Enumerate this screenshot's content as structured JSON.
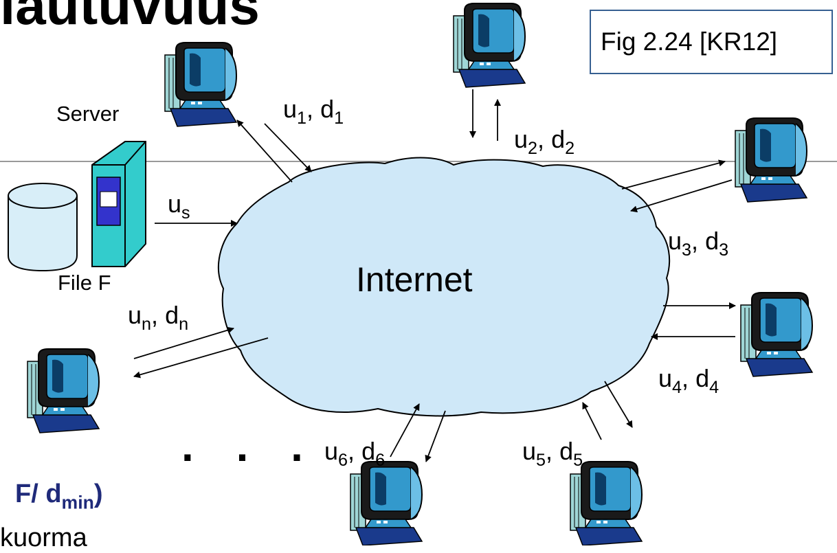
{
  "title_fragment": "iautuvuus",
  "figure_ref": "Fig 2.24 [KR12]",
  "network_label": "Internet",
  "server": {
    "label": "Server",
    "file_label": "File F",
    "upload_label": "u",
    "upload_sub": "s"
  },
  "peers": [
    {
      "id": "1",
      "u": "u",
      "u_sub": "1",
      "d": "d",
      "d_sub": "1"
    },
    {
      "id": "2",
      "u": "u",
      "u_sub": "2",
      "d": "d",
      "d_sub": "2"
    },
    {
      "id": "3",
      "u": "u",
      "u_sub": "3",
      "d": "d",
      "d_sub": "3"
    },
    {
      "id": "4",
      "u": "u",
      "u_sub": "4",
      "d": "d",
      "d_sub": "4"
    },
    {
      "id": "5",
      "u": "u",
      "u_sub": "5",
      "d": "d",
      "d_sub": "5"
    },
    {
      "id": "6",
      "u": "u",
      "u_sub": "6",
      "d": "d",
      "d_sub": "6"
    },
    {
      "id": "n",
      "u": "u",
      "u_sub": "n",
      "d": "d",
      "d_sub": "n"
    }
  ],
  "ellipsis": ". . .",
  "bottom_left": {
    "formula_main": "F/ d",
    "formula_sub": "min",
    "formula_close": ")",
    "text": "kuorma"
  },
  "colors": {
    "cloud_fill": "#cfe8f8",
    "server_fill": "#33cccc",
    "server_panel": "#3333cc",
    "disk_fill": "#d8eef8",
    "computer_body": "#1a1a1a",
    "computer_screen": "#3399cc",
    "fig_border": "#365f91",
    "formula_color": "#1f2a7a"
  }
}
